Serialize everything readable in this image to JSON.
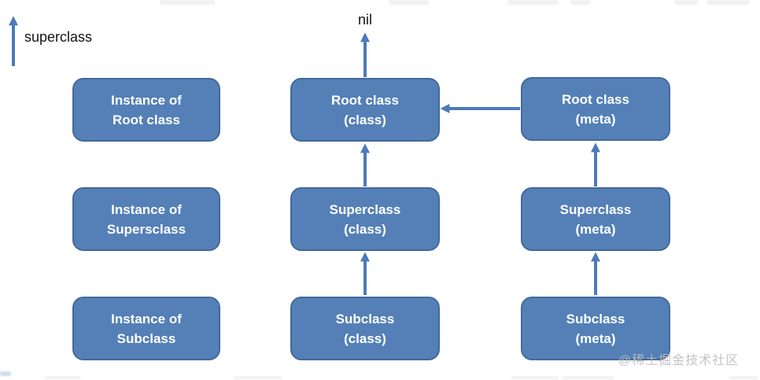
{
  "colors": {
    "box_fill": "#5480b7",
    "box_border": "#44699b",
    "box_text": "#ffffff",
    "arrow": "#4d7ab8",
    "label_text": "#141414",
    "watermark": "#bdbdbd"
  },
  "legend": {
    "label": "superclass"
  },
  "nil_label": "nil",
  "nodes": [
    {
      "id": "instance-of-root-class",
      "line1": "Instance of",
      "line2": "Root class"
    },
    {
      "id": "root-class-class",
      "line1": "Root class",
      "line2": "(class)"
    },
    {
      "id": "root-class-meta",
      "line1": "Root class",
      "line2": "(meta)"
    },
    {
      "id": "instance-of-supersclass",
      "line1": "Instance of",
      "line2": "Supersclass"
    },
    {
      "id": "superclass-class",
      "line1": "Superclass",
      "line2": "(class)"
    },
    {
      "id": "superclass-meta",
      "line1": "Superclass",
      "line2": "(meta)"
    },
    {
      "id": "instance-of-subclass",
      "line1": "Instance of",
      "line2": "Subclass"
    },
    {
      "id": "subclass-class",
      "line1": "Subclass",
      "line2": "(class)"
    },
    {
      "id": "subclass-meta",
      "line1": "Subclass",
      "line2": "(meta)"
    }
  ],
  "edges": [
    {
      "from": "root-class-class",
      "to": "nil",
      "direction": "up"
    },
    {
      "from": "superclass-class",
      "to": "root-class-class",
      "direction": "up"
    },
    {
      "from": "subclass-class",
      "to": "superclass-class",
      "direction": "up"
    },
    {
      "from": "superclass-meta",
      "to": "root-class-meta",
      "direction": "up"
    },
    {
      "from": "subclass-meta",
      "to": "superclass-meta",
      "direction": "up"
    },
    {
      "from": "root-class-meta",
      "to": "root-class-class",
      "direction": "left"
    }
  ],
  "watermark": "@稀土掘金技术社区"
}
